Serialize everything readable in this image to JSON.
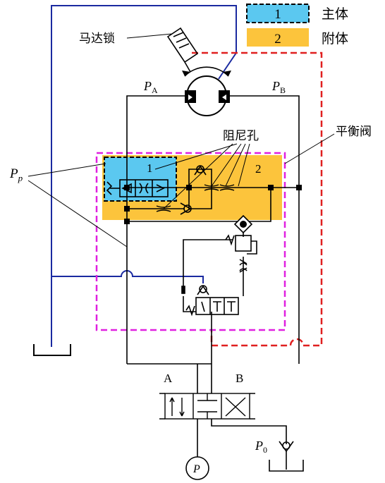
{
  "legend": {
    "item1": {
      "number": "1",
      "label": "主体",
      "color": "#5bc8f0"
    },
    "item2": {
      "number": "2",
      "label": "附体",
      "color": "#fcc43c"
    }
  },
  "labels": {
    "motor_lock": "马达锁",
    "damping_orifice": "阻尼孔",
    "balance_valve": "平衡阀",
    "block1_number": "1",
    "block2_number": "2",
    "pp": "P",
    "pp_sub": "p",
    "pa": "P",
    "pa_sub": "A",
    "pb": "P",
    "pb_sub": "B",
    "port_a": "A",
    "port_b": "B",
    "p0": "P",
    "p0_sub": "0",
    "pump": "P"
  },
  "colors": {
    "main_line": "#000000",
    "pilot_line": "#1a2aa0",
    "red_dashed": "#e02020",
    "magenta_dashed": "#e020e0",
    "main_body": "#5bc8f0",
    "attached_body": "#fcc43c"
  }
}
